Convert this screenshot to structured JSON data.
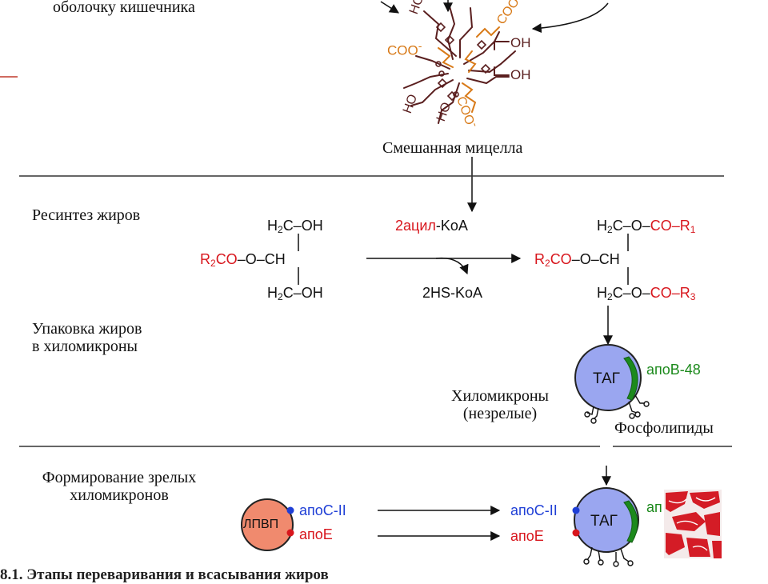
{
  "top": {
    "caption_membrane": "оболочку кишечника",
    "micelle_label": "Смешанная мицелла",
    "coo": "COO",
    "oh": "OH",
    "ho": "HO"
  },
  "resynthesis": {
    "section_label": "Ресинтез жиров",
    "monoglyceride": {
      "h2c": "H",
      "sub2": "2",
      "c_oh": "C–OH",
      "r2co": "R",
      "r2co_rest": "CO",
      "o_ch": "–O–CH"
    },
    "reagent": "2ацил",
    "reagent_suffix": "-KoA",
    "product_side": "2HS-KoA",
    "triglyceride": {
      "co_r1": "CO–R",
      "r1_sub": "1",
      "co_r3": "CO–R",
      "r3_sub": "3",
      "o_dash": "C–O–"
    }
  },
  "packaging": {
    "section_label_line1": "Упаковка жиров",
    "section_label_line2": "в хиломикроны",
    "particle_core": "ТАГ",
    "apo_b48": "апоB-48",
    "immature_line1": "Хиломикроны",
    "immature_line2": "(незрелые)",
    "phospholipids": "Фосфолипиды"
  },
  "maturation": {
    "section_label_line1": "Формирование зрелых",
    "section_label_line2": "хиломикронов",
    "hdl": "ЛПВП",
    "apo_c2": "апоC-II",
    "apo_e": "апоE",
    "particle_core": "ТАГ",
    "apo_partial": "ап"
  },
  "footer": {
    "caption_partial": "8.1. Этапы переваривания и всасывания жиров"
  },
  "colors": {
    "red": "#d8161d",
    "blue": "#1f3fd6",
    "green": "#1c8a1c",
    "particle_fill": "#9aa6f0",
    "hdl_fill": "#f08a6e",
    "micelle_dark": "#5a1f1f",
    "micelle_orange": "#d87a18"
  }
}
